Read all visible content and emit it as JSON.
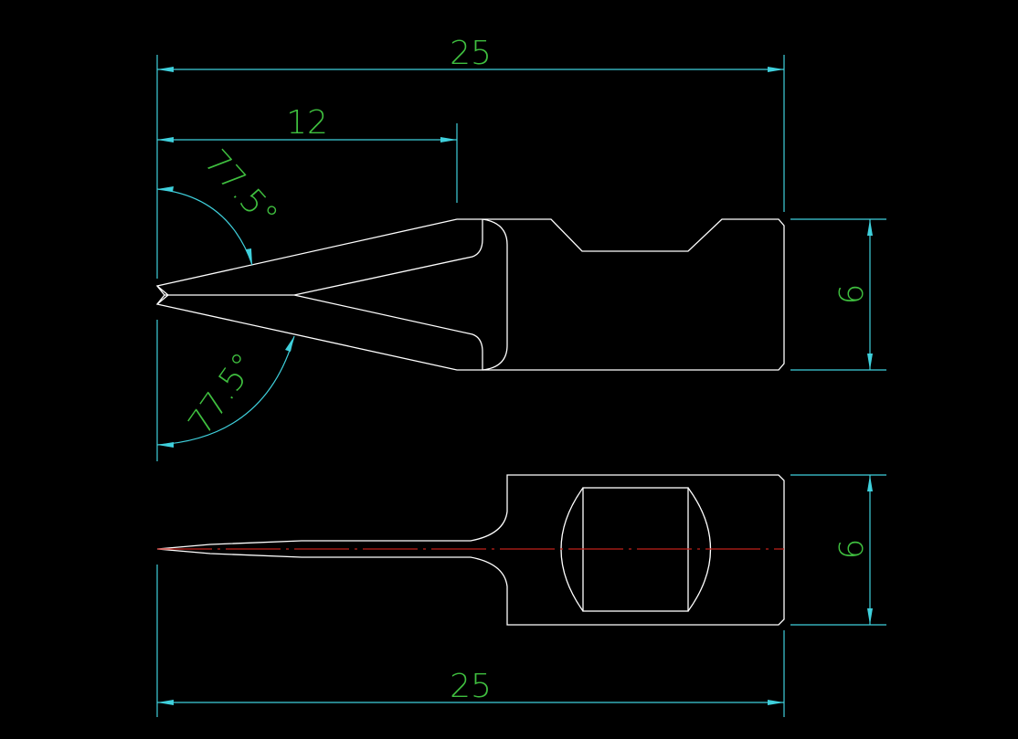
{
  "drawing": {
    "top_view": {
      "overall_length_dim": "25",
      "tip_length_dim": "12",
      "upper_angle_dim": "77.5°",
      "lower_angle_dim": "77.5°",
      "height_dim": "6"
    },
    "bottom_view": {
      "height_dim": "6",
      "overall_length_dim": "25"
    },
    "colors": {
      "background": "#000000",
      "geometry": "#ffffff",
      "dimension_lines": "#3fd0dc",
      "dimension_text": "#3fbf3f",
      "centerline": "#c0201a"
    }
  }
}
